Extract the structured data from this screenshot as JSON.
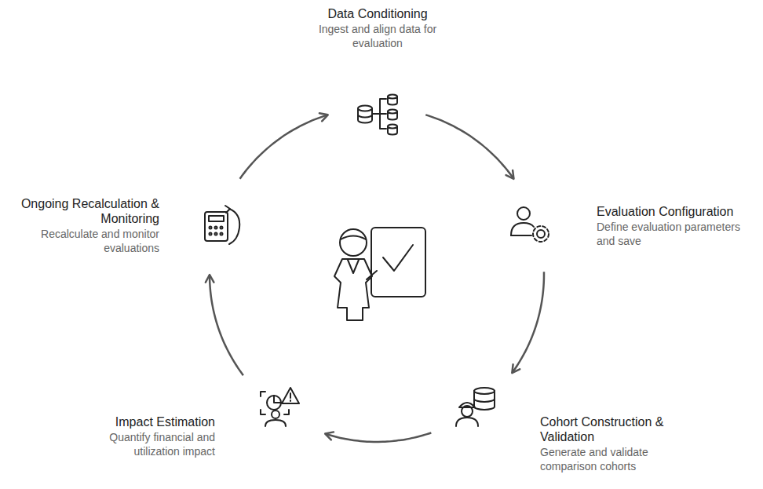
{
  "diagram": {
    "nodes": [
      {
        "text": [
          "Data Conditioning",
          "Ingest and align data for evaluation"
        ]
      },
      {
        "text": [
          "Evaluation Configuration",
          "Define evaluation parameters and save"
        ]
      },
      {
        "text": [
          "Cohort Construction & Validation",
          "Generate and validate comparison cohorts"
        ]
      },
      {
        "text": [
          "Impact Estimation",
          "Quantify financial and utilization impact"
        ]
      },
      {
        "text": [
          "Ongoing Recalculation & Monitoring",
          "Recalculate and monitor evaluations"
        ]
      }
    ],
    "edges": [
      {
        "from": 0,
        "to": 1,
        "arrow": "to"
      },
      {
        "from": 1,
        "to": 2,
        "arrow": "to"
      },
      {
        "from": 2,
        "to": 3,
        "arrow": "to"
      },
      {
        "from": 3,
        "to": 4,
        "arrow": "to"
      },
      {
        "from": 4,
        "to": 0,
        "arrow": "to"
      }
    ]
  }
}
